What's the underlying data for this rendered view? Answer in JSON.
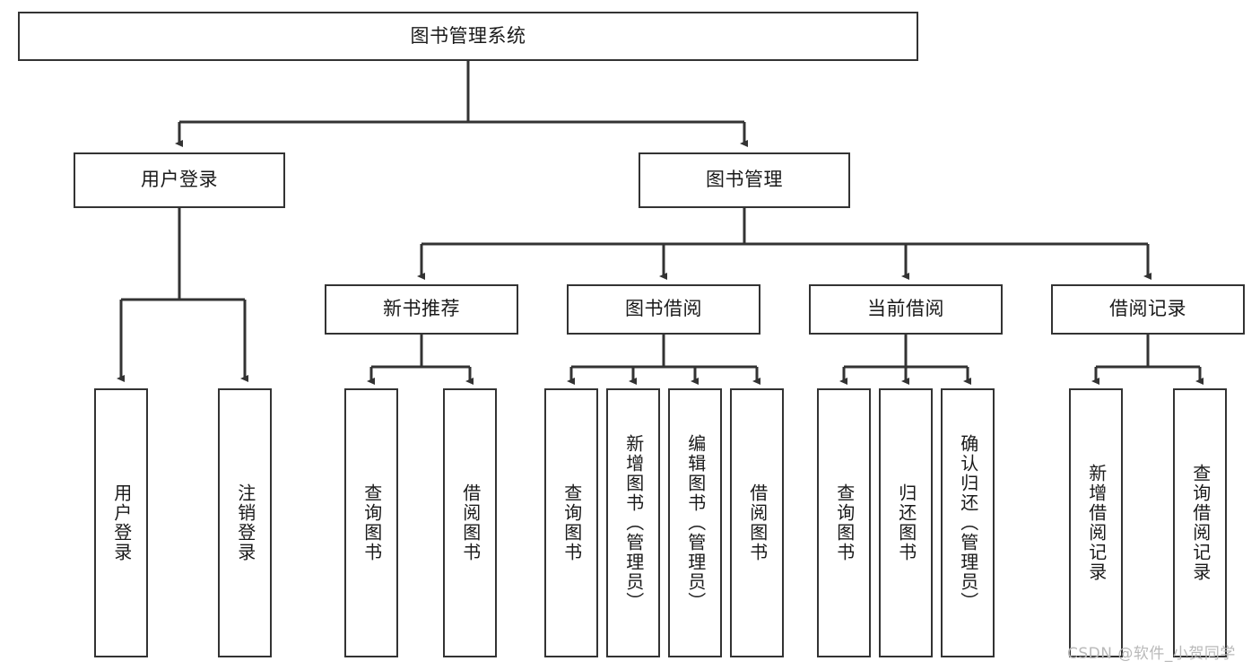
{
  "diagram": {
    "title_node": {
      "label": "图书管理系统"
    },
    "level2": [
      {
        "id": "user-login",
        "label": "用户登录"
      },
      {
        "id": "book-management",
        "label": "图书管理"
      }
    ],
    "level3": [
      {
        "id": "new-book-recommend",
        "label": "新书推荐"
      },
      {
        "id": "book-borrow",
        "label": "图书借阅"
      },
      {
        "id": "current-borrow",
        "label": "当前借阅"
      },
      {
        "id": "borrow-record",
        "label": "借阅记录"
      }
    ],
    "leaves": {
      "user_login": [
        {
          "id": "leaf-user-login",
          "label": "用户登录"
        },
        {
          "id": "leaf-logout-login",
          "label": "注销登录"
        }
      ],
      "new_book_recommend": [
        {
          "id": "leaf-query-book-1",
          "label": "查询图书"
        },
        {
          "id": "leaf-borrow-book-1",
          "label": "借阅图书"
        }
      ],
      "book_borrow": [
        {
          "id": "leaf-query-book-2",
          "label": "查询图书"
        },
        {
          "id": "leaf-add-book",
          "label": "新增图书（管理员）"
        },
        {
          "id": "leaf-edit-book",
          "label": "编辑图书（管理员）"
        },
        {
          "id": "leaf-borrow-book-2",
          "label": "借阅图书"
        }
      ],
      "current_borrow": [
        {
          "id": "leaf-query-book-3",
          "label": "查询图书"
        },
        {
          "id": "leaf-return-book",
          "label": "归还图书"
        },
        {
          "id": "leaf-confirm-return",
          "label": "确认归还（管理员）"
        }
      ],
      "borrow_record": [
        {
          "id": "leaf-add-record",
          "label": "新增借阅记录"
        },
        {
          "id": "leaf-query-record",
          "label": "查询借阅记录"
        }
      ]
    }
  },
  "watermark": {
    "text": "CSDN @软件_小贺同学"
  },
  "colors": {
    "stroke": "#333333",
    "background": "#ffffff",
    "text": "#1a1a1a",
    "watermark": "#b9b9b9"
  }
}
